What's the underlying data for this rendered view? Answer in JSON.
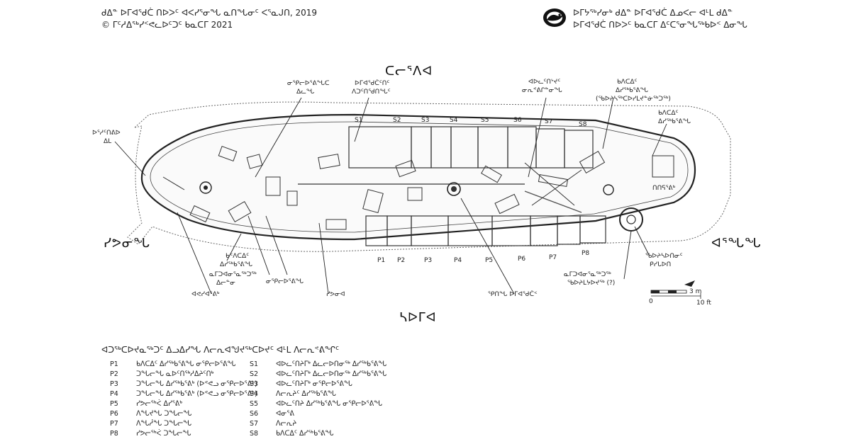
{
  "header_left": {
    "line1": "ᑯᐃᓐ ᐅᒥᐊᖁᑖ ᑎᐅᐳᑦ ᐊᐸᓯᕐᓂᖓ ᓇᑎᖓᓂᑦ ᐸᕐᓇᒍᑎ, 2019",
    "line2": "© ᒥᑦᓱᐃᖅᓯᑉᕙᓚᐅᑦᑐᑦ ᑲᓇᑕᒥ 2021"
  },
  "header_right": {
    "line1": "ᐅᒥᔭᖅᓯᓂᒃ ᑯᐃᓐ ᐅᒥᐊᖁᑖ ᐃᓄᐸᓕ ᐊᒻᒪ ᑯᐃᓐ",
    "line2": "ᐅᒥᐊᖁᑖ ᑎᐅᐳᑦ ᑲᓇᑕᒥ ᐃᑦᑕᕐᓂᖓᖅᑲᐅᑉ ᐃᓂᖓ"
  },
  "directions": {
    "top": "ᑕᓕᕐᐱᐊ",
    "bottom": "ᓴᐅᒥᐊ",
    "left": "ᓯᕗᓂᖓ",
    "right": "ᐊᕐᖓᖓ"
  },
  "plan": {
    "starboard_rooms": [
      "S1",
      "S2",
      "S3",
      "S4",
      "S5",
      "S6",
      "S7",
      "S8"
    ],
    "port_rooms": [
      "P1",
      "P2",
      "P3",
      "P4",
      "P5",
      "P6",
      "P7",
      "P8"
    ],
    "labels": {
      "l1": "ᓂᕿᓕᐅᕐᕕᖓᑕ",
      "l1b": "ᐃᓚᖓ",
      "l2": "ᐅᒥᐊᖁᑖᑦᑎᑦ",
      "l2b": "ᐱᑐᑦᑎᖁᑎᖓᑦ",
      "l3": "ᐅᕐᓱᑦᑎᕕᐅ",
      "l3b": "ᐃᒪ",
      "l4": "ᐊᐅᓚᑦᑎᔾᔪᑦ",
      "l4b": "ᓂᕆᕝᕕᒋᓐᓂᖓ",
      "l5": "ᑲᐱᑕᐃᑦ",
      "l5b": "ᐃᓯᖅᑲᕐᕕᖓ",
      "l5c": "(ᖃᐅᔨᓴᖅᑕᐅᓯᒪᔪᓐᓃᖅᑐᖅ)",
      "l6": "ᑲᐱᑕᐃᑦ",
      "l6b": "ᐃᓯᖅᑲᕐᕕᖓ",
      "l7": "ᑎᑎᕋᕐᕕᒃ",
      "l8": "ᐊᕙᓯᐊᕐᕕᒃ",
      "l9": "ᓯᕗᓂᐊ",
      "l10": "ᕿᑎᖓ ᐅᒥᐊᖁᑖᑉ",
      "l11": "ᓇᒥᑐᐊᓂᕐᓇᖅᑐᖅ",
      "l11b": "ᐃᓕᓐᓂ",
      "l12": "ᓂᕿᓕᐅᕐᕕᖓ",
      "l13": "ᑲᑉᐱᑕᐃᑦ",
      "l13b": "ᐃᓯᖅᑲᕐᕕᖓ",
      "l14": "ᓇᒥᑐᐊᓂᕐᓇᖅᑐᖅ",
      "l14b": "ᖃᐅᔨᒪᔭᐅᔪᖅ (?)",
      "l15": "ᖃᐅᔨᓴᐅᑎᓂᑦ",
      "l15b": "ᑭᓯᒐᐅᑎ"
    },
    "scale": {
      "m_label": "3 m",
      "ft_label": "10 ft",
      "zero": "0"
    }
  },
  "legend": {
    "title": "ᐊᑐᖅᑕᐅᔪᓇᖅᑐᑦ ᐃᓗᐃᓯᖓ ᐱᓕᕆᐊᖑᔪᖅᑕᐅᔪᑦ ᐊᒻᒪ ᐱᓕᕆᕝᕕᖏᑦ",
    "port": [
      {
        "code": "P1",
        "text": "ᑲᐱᑕᐃᑦ ᐃᓯᖅᑲᕐᕕᖓ ᓂᕿᓕᐅᕐᕕᖓ"
      },
      {
        "code": "P2",
        "text": "ᑐᖓᓕᖓ ᓇᐅᑦᑎᖅᓱᐃᔨᑦᑎᒃ"
      },
      {
        "code": "P3",
        "text": "ᑐᖓᓕᖓ ᐃᓯᖅᑲᕐᕕᒃ (ᐅᕝᕙᓗ ᓂᕿᓕᐅᕐᕕᒃ)"
      },
      {
        "code": "P4",
        "text": "ᑐᖓᓕᖓ ᐃᓯᖅᑲᕐᕕᒃ (ᐅᕝᕙᓗ ᓂᕿᓕᐅᕐᕕᒃ)"
      },
      {
        "code": "P5",
        "text": "ᓯᕗᓕᖅᐹ ᐃᓯᕐᕕᒃ"
      },
      {
        "code": "P6",
        "text": "ᐱᖓᔪᖓ ᑐᖓᓕᖓ"
      },
      {
        "code": "P7",
        "text": "ᐱᖓᓲᖓ ᑐᖓᓕᖓ"
      },
      {
        "code": "P8",
        "text": "ᓯᕗᓕᖅᐹ ᑐᖓᓕᖓ"
      }
    ],
    "starboard": [
      {
        "code": "S1",
        "text": "ᐊᐅᓚᑦᑎᔨᒥᒃ ᐃᓚᓕᐅᑎᓂᖅ ᐃᓯᖅᑲᕐᕕᖓ"
      },
      {
        "code": "S2",
        "text": "ᐊᐅᓚᑦᑎᔨᒥᒃ ᐃᓚᓕᐅᑎᓂᖅ ᐃᓯᖅᑲᕐᕕᖓ"
      },
      {
        "code": "S3",
        "text": "ᐊᐅᓚᑦᑎᔨᒥᒃ ᓂᕿᓕᐅᕐᕕᖓ"
      },
      {
        "code": "S4",
        "text": "ᐱᓕᕆᔨᑦ ᐃᓯᖅᑲᕐᕕᖓ"
      },
      {
        "code": "S5",
        "text": "ᐊᐅᓚᑦᑎᔨ ᐃᓯᖅᑲᕐᕕᖓ ᓂᕿᓕᐅᕐᕕᖓ"
      },
      {
        "code": "S6",
        "text": "ᐊᓂᕐᕕ"
      },
      {
        "code": "S7",
        "text": "ᐱᓕᕆᔨ"
      },
      {
        "code": "S8",
        "text": "ᑲᐱᑕᐃᑦ ᐃᓯᖅᑲᕐᕕᖓ"
      }
    ]
  }
}
